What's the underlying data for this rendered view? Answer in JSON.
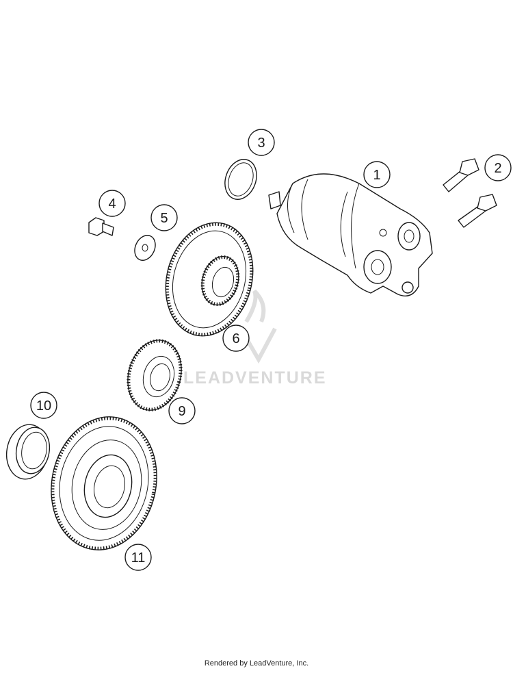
{
  "diagram": {
    "callouts": [
      "1",
      "2",
      "3",
      "4",
      "5",
      "6",
      "9",
      "10",
      "11"
    ],
    "watermark": "LEADVENTURE",
    "footer": "Rendered by LeadVenture, Inc."
  }
}
